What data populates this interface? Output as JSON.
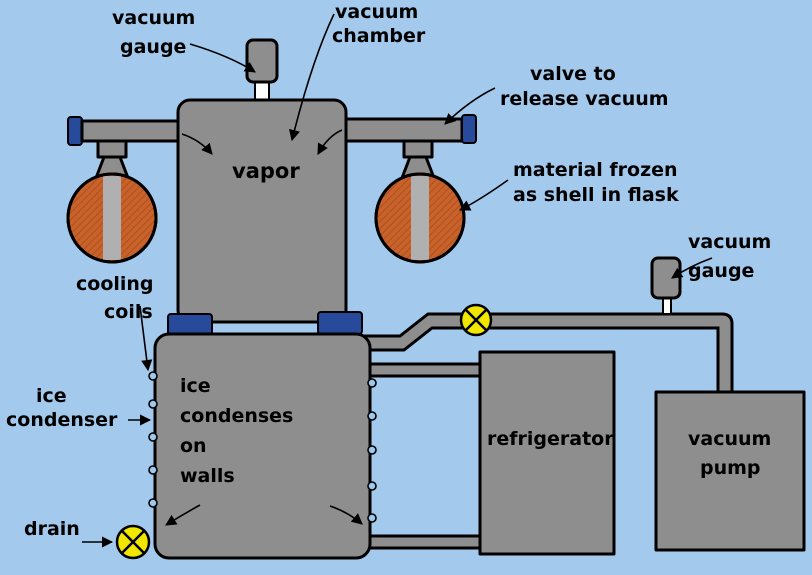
{
  "colors": {
    "background": "#a3c9ed",
    "equipment": "#8e8e8e",
    "flask": "#c8622a",
    "gauge": "#f0e600",
    "seal": "#274a9a",
    "valve": "#f0e600"
  },
  "labels": {
    "vacuum_gauge_top": [
      "vacuum",
      "gauge"
    ],
    "vacuum_chamber": [
      "vacuum",
      "chamber"
    ],
    "valve_release": [
      "valve to",
      "release vacuum"
    ],
    "material_frozen": [
      "material frozen",
      "as shell in flask"
    ],
    "vapor": "vapor",
    "vacuum_gauge_right": [
      "vacuum",
      "gauge"
    ],
    "cooling_coils": [
      "cooling",
      "coils"
    ],
    "ice_condenser": [
      "ice",
      "condenser"
    ],
    "ice_condenses": [
      "ice",
      "condenses",
      "on",
      "walls"
    ],
    "refrigerator": "refrigerator",
    "vacuum_pump": [
      "vacuum",
      "pump"
    ],
    "drain": "drain"
  }
}
